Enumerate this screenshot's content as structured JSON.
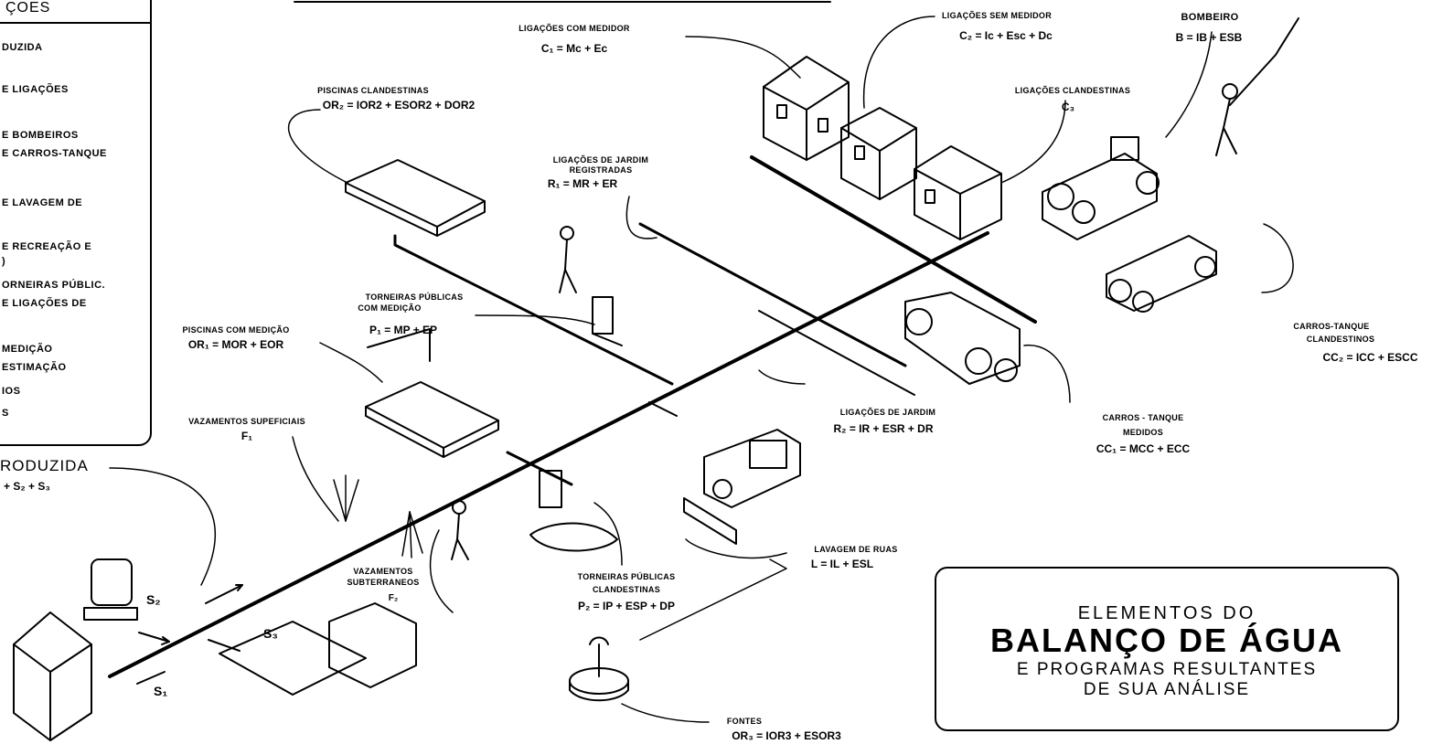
{
  "legend": {
    "title": "ÇOES",
    "items": [
      "DUZIDA",
      "E LIGAÇÕES",
      "E BOMBEIROS",
      "E CARROS-TANQUE",
      "E LAVAGEM DE",
      "E RECREAÇÃO E",
      ")",
      "ORNEIRAS PÚBLIC.",
      "E LIGAÇÕES DE",
      "MEDIÇÃO",
      "ESTIMAÇÃO",
      "IOS",
      "S"
    ]
  },
  "production": {
    "title": "RODUZIDA",
    "equation": "+ S₂  + S₃"
  },
  "sources": {
    "s1": "S₁",
    "s2": "S₂",
    "s3": "S₃"
  },
  "labels": {
    "ligacoes_com_medidor": {
      "name": "LIGAÇÕES COM MEDIDOR",
      "eq": "C₁ = Mc  + Ec"
    },
    "ligacoes_sem_medidor": {
      "name": "LIGAÇÕES SEM MEDIDOR",
      "eq": "C₂ = Ic  + Esc + Dc"
    },
    "bombeiro": {
      "name": "BOMBEIRO",
      "eq": "B = IB + ESB"
    },
    "ligacoes_clandestinas": {
      "name": "LIGAÇÕES CLANDESTINAS",
      "eq": "C₃"
    },
    "piscinas_clandestinas": {
      "name": "PISCINAS CLANDESTINAS",
      "eq": "OR₂ = IOR2 + ESOR2 + DOR2"
    },
    "ligacoes_jardim_registradas": {
      "name1": "LIGAÇÕES DE JARDIM",
      "name2": "REGISTRADAS",
      "eq": "R₁ = MR + ER"
    },
    "torneiras_publicas_medicao": {
      "name1": "TORNEIRAS PÚBLICAS",
      "name2": "COM MEDIÇÃO",
      "eq": "P₁ = MP + EP"
    },
    "piscinas_com_medicao": {
      "name": "PISCINAS COM MEDIÇÃO",
      "eq": "OR₁ = MOR + EOR"
    },
    "vazamentos_superficiais": {
      "name": "VAZAMENTOS SUPEFICIAIS",
      "eq": "F₁"
    },
    "ligacoes_jardim": {
      "name": "LIGAÇÕES DE JARDIM",
      "eq": "R₂ = IR + ESR + DR"
    },
    "carros_tanque_clandestinos": {
      "name1": "CARROS-TANQUE",
      "name2": "CLANDESTINOS",
      "eq": "CC₂ = ICC + ESCC"
    },
    "carros_tanque_medidos": {
      "name1": "CARROS - TANQUE",
      "name2": "MEDIDOS",
      "eq": "CC₁ = MCC + ECC"
    },
    "vazamentos_subterraneos": {
      "name1": "VAZAMENTOS",
      "name2": "SUBTERRANEOS",
      "eq": "F₂"
    },
    "torneiras_publicas_clandestinas": {
      "name1": "TORNEIRAS PÚBLICAS",
      "name2": "CLANDESTINAS",
      "eq": "P₂ = IP + ESP + DP"
    },
    "lavagem_de_ruas": {
      "name": "LAVAGEM DE RUAS",
      "eq": "L = IL + ESL"
    },
    "fontes": {
      "name": "FONTES",
      "eq": "OR₃ = IOR3 + ESOR3"
    }
  },
  "title_box": {
    "line1": "ELEMENTOS  DO",
    "line2": "BALANÇO DE ÁGUA",
    "line3": "E PROGRAMAS  RESULTANTES",
    "line4": "DE  SUA  ANÁLISE"
  }
}
